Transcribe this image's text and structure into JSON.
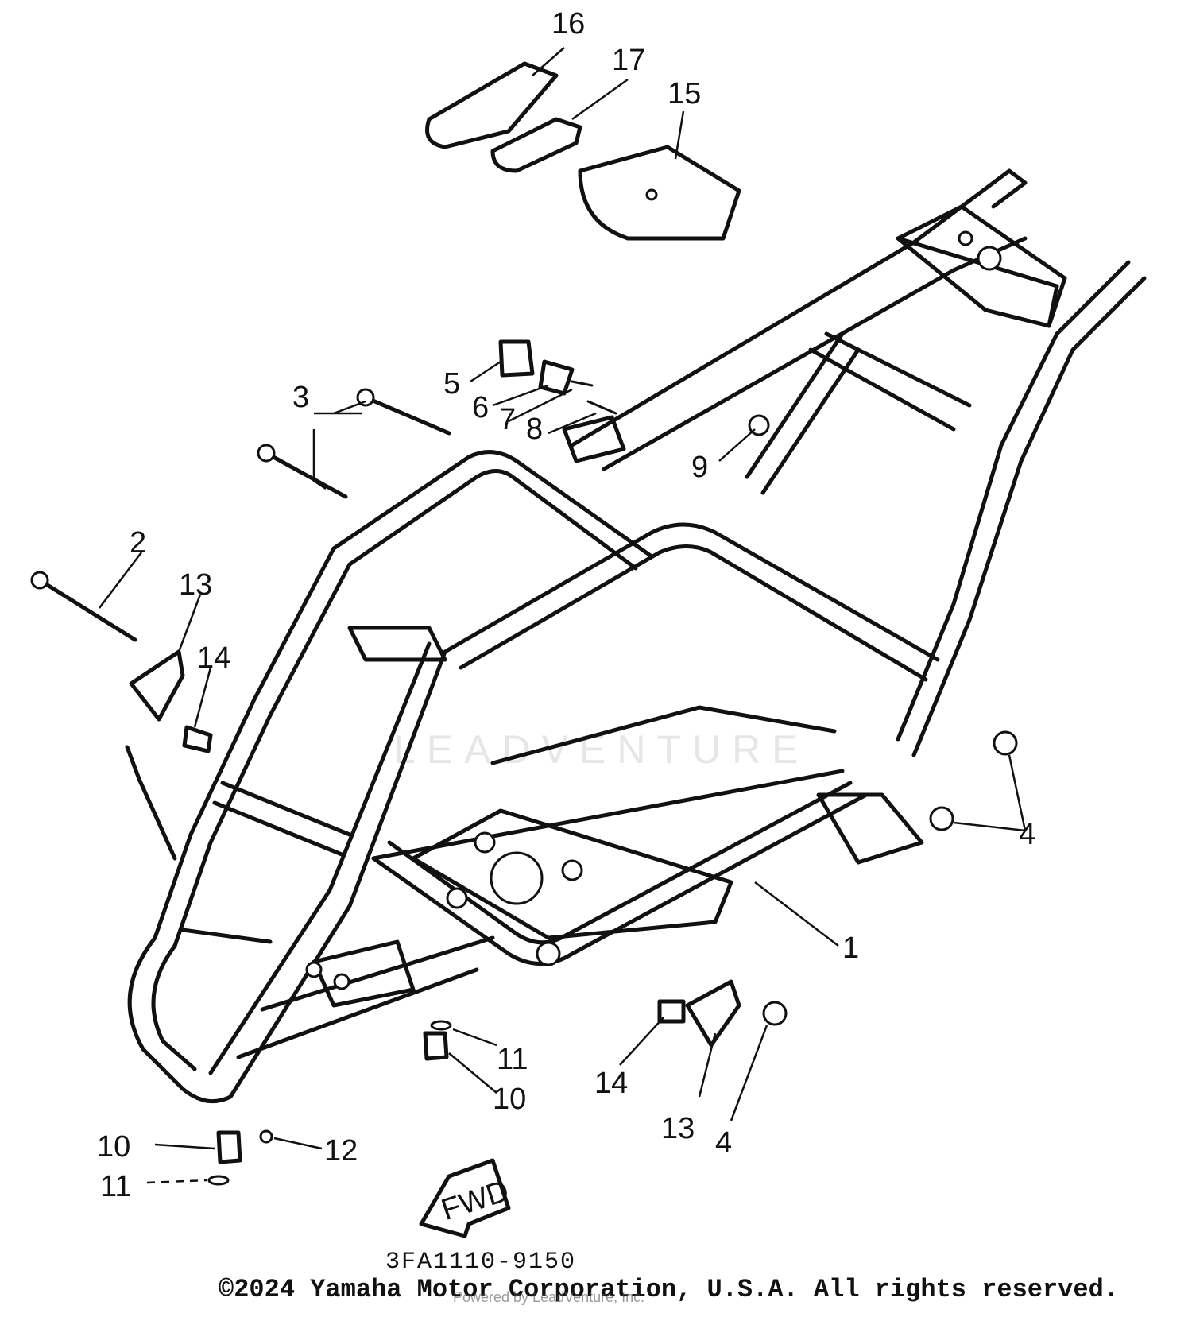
{
  "callouts": [
    "1",
    "2",
    "3",
    "4",
    "4",
    "5",
    "6",
    "7",
    "8",
    "9",
    "10",
    "10",
    "11",
    "11",
    "12",
    "13",
    "13",
    "14",
    "14",
    "15",
    "16",
    "17"
  ],
  "fwd_label": "FWD",
  "diagram_code": "3FA1110-9150",
  "copyright": "©2024 Yamaha Motor Corporation, U.S.A. All rights reserved.",
  "credit": "Powered by LeadVenture, Inc.",
  "watermark": "LEADVENTURE"
}
